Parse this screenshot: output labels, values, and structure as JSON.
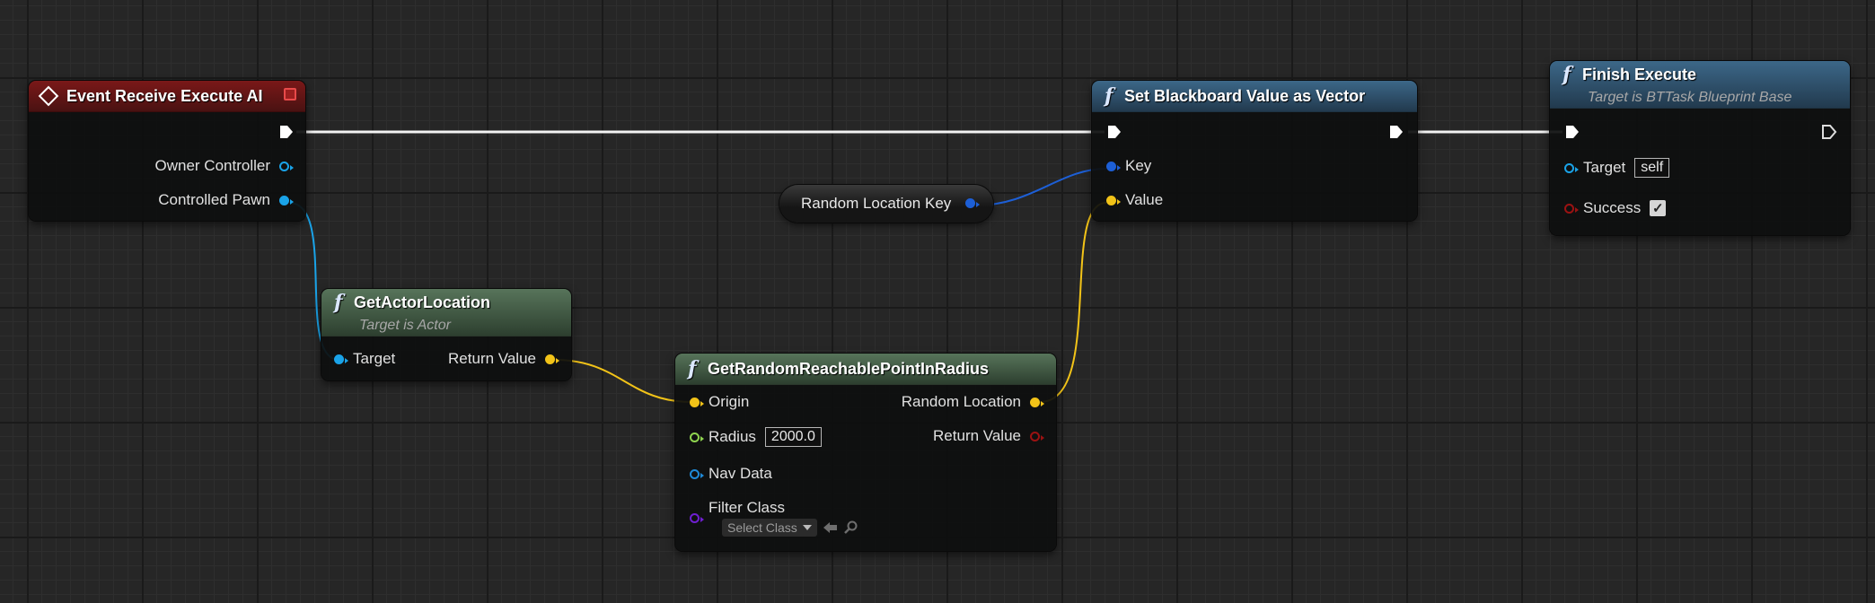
{
  "colors": {
    "exec_pin": "#ffffff",
    "object_pin": "#1aa3e8",
    "vector_pin": "#f2c318",
    "blackboard_key_pin": "#1d5fd6",
    "float_pin": "#8fd44f",
    "nav_data_pin": "#1f8ad8",
    "class_pin": "#6f1fd1",
    "bool_pin": "#9b1212"
  },
  "nodes": {
    "event_receive_execute_ai": {
      "title": "Event Receive Execute AI",
      "pins": {
        "owner_controller": "Owner Controller",
        "controlled_pawn": "Controlled Pawn"
      }
    },
    "set_blackboard_value": {
      "title": "Set Blackboard Value as Vector",
      "pins": {
        "key": "Key",
        "value": "Value"
      }
    },
    "finish_execute": {
      "title": "Finish Execute",
      "subtitle": "Target is BTTask Blueprint Base",
      "pins": {
        "target": "Target",
        "target_value": "self",
        "success": "Success",
        "success_checked": "✓"
      }
    },
    "get_actor_location": {
      "title": "GetActorLocation",
      "subtitle": "Target is Actor",
      "pins": {
        "target": "Target",
        "return_value": "Return Value"
      }
    },
    "get_random_reachable_point": {
      "title": "GetRandomReachablePointInRadius",
      "pins": {
        "origin": "Origin",
        "radius": "Radius",
        "radius_value": "2000.0",
        "nav_data": "Nav Data",
        "filter_class": "Filter Class",
        "filter_class_value": "Select Class",
        "random_location": "Random Location",
        "return_value": "Return Value"
      }
    },
    "random_location_key": {
      "label": "Random Location Key"
    }
  },
  "icons": {
    "function": "f",
    "event": "event-diamond-icon",
    "stop": "stop-square-icon",
    "use_selected": "arrow-left-icon",
    "browse": "search-icon"
  }
}
